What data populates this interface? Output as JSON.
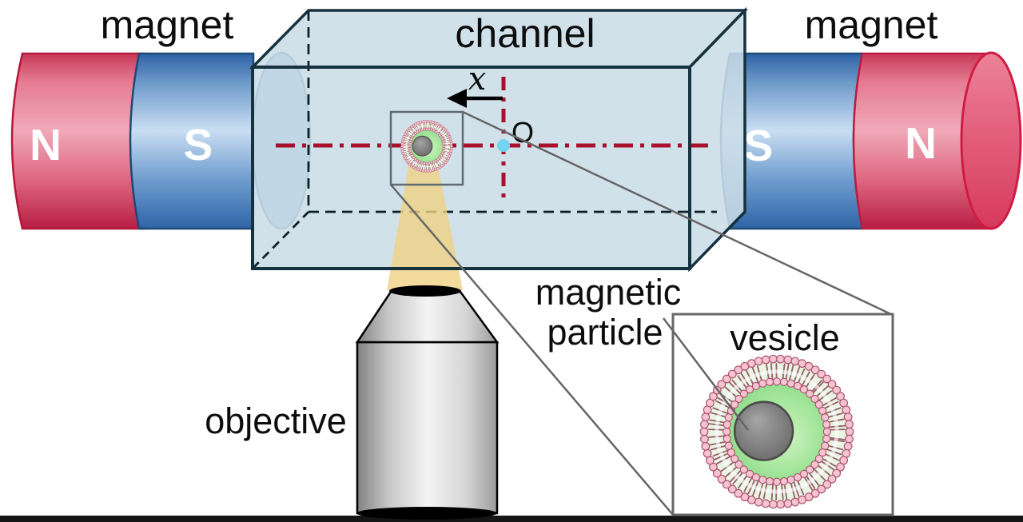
{
  "diagram": {
    "labels": {
      "magnet_left": "magnet",
      "channel": "channel",
      "magnet_right": "magnet",
      "x_axis": "x",
      "origin": "O",
      "magnetic_particle_line1": "magnetic",
      "magnetic_particle_line2": "particle",
      "vesicle": "vesicle",
      "objective": "objective"
    },
    "magnet_poles": {
      "left_outer": "N",
      "left_inner": "S",
      "right_inner": "S",
      "right_outer": "N"
    },
    "colors": {
      "magnet_north_red": "#d94a68",
      "magnet_south_blue": "#3a74b8",
      "magnet_red_stroke": "#c01a40",
      "magnet_blue_stroke": "#1d4976",
      "channel_glass": "rgba(203,221,231,0.88)",
      "channel_edge": "#16323e",
      "axis_red": "#a8102e",
      "origin_dot_cyan": "#72d4f0",
      "beam_yellow": "#f0d285",
      "membrane_bg": "#e9f5e3",
      "tail": "#8e4e5c",
      "bead": "#f6c3d0",
      "bead_edge": "#ab5470",
      "interior_green": "#a5e69c",
      "particle_gray": "#7c7c7c",
      "connector_gray": "#666666",
      "table_black": "#151515"
    }
  }
}
